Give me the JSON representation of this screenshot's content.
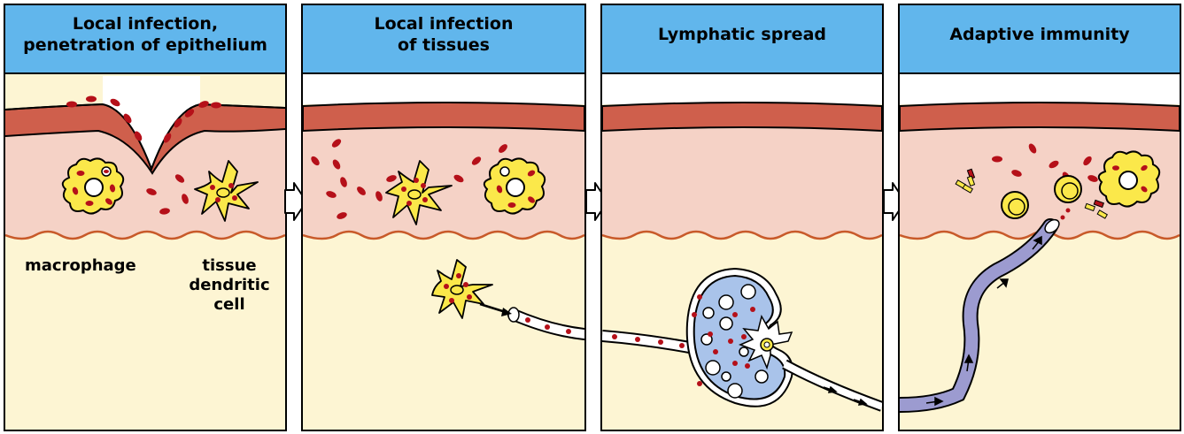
{
  "colors": {
    "header": "#61b6ec",
    "epithelium": "#cf5f4c",
    "tissue": "#f5d2c6",
    "submucosa": "#fdf5d3",
    "bacteria": "#b51019",
    "cell_yellow": "#fbe84a",
    "lymph_node": "#a9c3ea",
    "blood_vessel": "#9c9bd0"
  },
  "panels": [
    {
      "title": "Local infection,\npenetration of epithelium"
    },
    {
      "title": "Local infection\nof tissues"
    },
    {
      "title": "Lymphatic spread"
    },
    {
      "title": "Adaptive immunity"
    }
  ],
  "labels": {
    "macrophage": "macrophage",
    "dendritic_cell": "tissue\ndendritic cell"
  },
  "icons": [
    "right-arrow-icon"
  ]
}
